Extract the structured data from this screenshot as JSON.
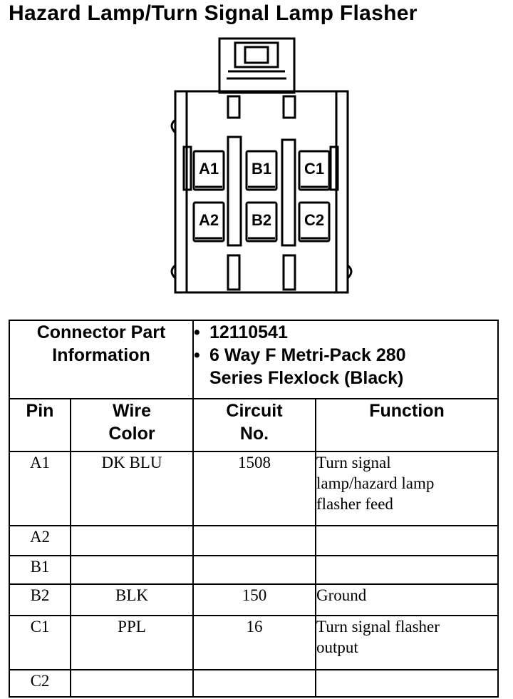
{
  "title": "Hazard Lamp/Turn Signal Lamp Flasher",
  "connector": {
    "pins_row1": [
      "A1",
      "B1",
      "C1"
    ],
    "pins_row2": [
      "A2",
      "B2",
      "C2"
    ]
  },
  "connector_info": {
    "label_line1": "Connector Part",
    "label_line2": "Information",
    "items": [
      "12110541",
      "6 Way F Metri-Pack 280",
      "Series Flexlock (Black)"
    ]
  },
  "columns": {
    "pin": "Pin",
    "wire_color_line1": "Wire",
    "wire_color_line2": "Color",
    "circuit_line1": "Circuit",
    "circuit_line2": "No.",
    "function": "Function"
  },
  "rows": [
    {
      "pin": "A1",
      "wire": "DK BLU",
      "circuit": "1508",
      "function": [
        "Turn signal",
        "lamp/hazard lamp",
        "flasher feed"
      ]
    },
    {
      "pin": "A2",
      "wire": "",
      "circuit": "",
      "function": [
        "",
        "",
        ""
      ]
    },
    {
      "pin": "B1",
      "wire": "",
      "circuit": "",
      "function": [
        "",
        "",
        ""
      ]
    },
    {
      "pin": "B2",
      "wire": "BLK",
      "circuit": "150",
      "function": [
        "Ground",
        "",
        ""
      ]
    },
    {
      "pin": "C1",
      "wire": "PPL",
      "circuit": "16",
      "function": [
        "Turn signal flasher",
        "output",
        ""
      ]
    },
    {
      "pin": "C2",
      "wire": "",
      "circuit": "",
      "function": [
        "",
        "",
        ""
      ]
    }
  ]
}
